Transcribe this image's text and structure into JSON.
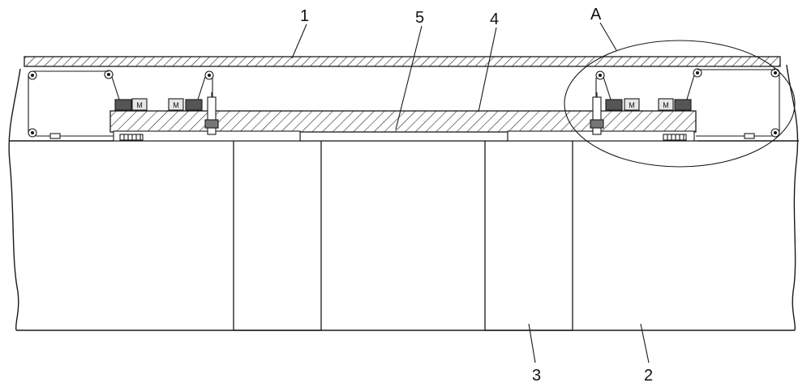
{
  "figure": {
    "labels": {
      "roof": "1",
      "wall": "2",
      "pillar": "3",
      "slab": "4",
      "center_block": "5",
      "detail": "A"
    },
    "motor_glyph": "M",
    "colors": {
      "stroke": "#1a1a1a",
      "hatch": "#1a1a1a",
      "fill": "#ffffff",
      "component": "#444444",
      "motor_box": "#e6e6e6"
    }
  }
}
